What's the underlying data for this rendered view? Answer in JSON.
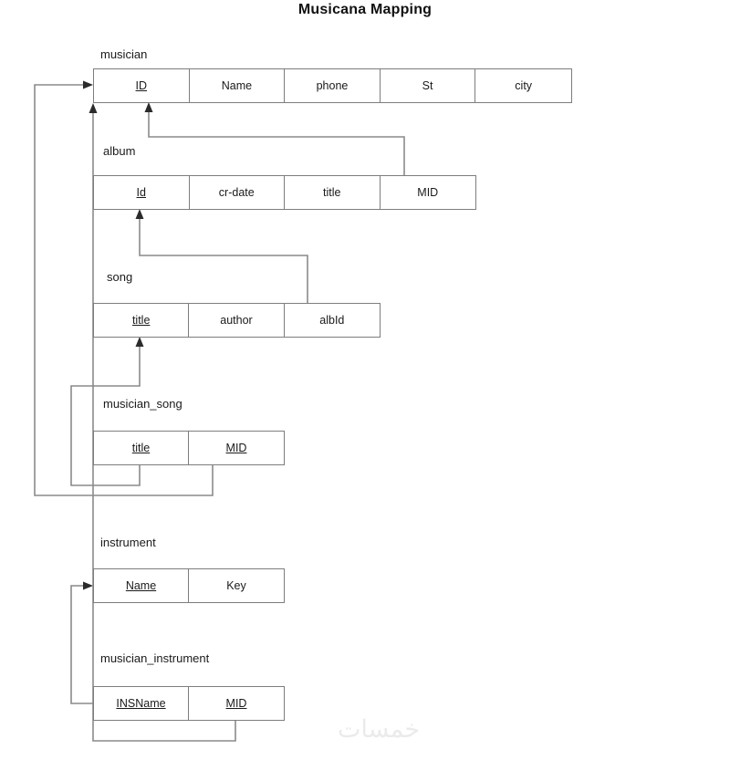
{
  "diagram": {
    "title": "Musicana Mapping",
    "watermark": "خمسات",
    "colors": {
      "line": "#8a8a8a",
      "border": "#7d7d7d",
      "text": "#1a1a1a",
      "background": "#ffffff",
      "watermark": "#eceaea"
    },
    "tables": [
      {
        "name": "musician",
        "columns": [
          {
            "label": "ID",
            "primary_key": true
          },
          {
            "label": "Name",
            "primary_key": false
          },
          {
            "label": "phone",
            "primary_key": false
          },
          {
            "label": "St",
            "primary_key": false
          },
          {
            "label": "city",
            "primary_key": false
          }
        ]
      },
      {
        "name": "album",
        "columns": [
          {
            "label": "Id",
            "primary_key": true
          },
          {
            "label": "cr-date",
            "primary_key": false
          },
          {
            "label": "title",
            "primary_key": false
          },
          {
            "label": "MID",
            "primary_key": false
          }
        ]
      },
      {
        "name": "song",
        "columns": [
          {
            "label": "title",
            "primary_key": true
          },
          {
            "label": "author",
            "primary_key": false
          },
          {
            "label": "albId",
            "primary_key": false
          }
        ]
      },
      {
        "name": "musician_song",
        "columns": [
          {
            "label": "title",
            "primary_key": true
          },
          {
            "label": "MID",
            "primary_key": true
          }
        ]
      },
      {
        "name": "instrument",
        "columns": [
          {
            "label": "Name",
            "primary_key": true
          },
          {
            "label": "Key",
            "primary_key": false
          }
        ]
      },
      {
        "name": "musician_instrument",
        "columns": [
          {
            "label": "INSName",
            "primary_key": true
          },
          {
            "label": "MID",
            "primary_key": true
          }
        ]
      }
    ],
    "relationships": [
      {
        "from": "album.MID",
        "to": "musician.ID"
      },
      {
        "from": "song.albId",
        "to": "album.Id"
      },
      {
        "from": "musician_song.title",
        "to": "song.title"
      },
      {
        "from": "musician_song.MID",
        "to": "musician.ID"
      },
      {
        "from": "musician_instrument.INSName",
        "to": "instrument.Name"
      },
      {
        "from": "musician_instrument.MID",
        "to": "musician.ID"
      }
    ]
  }
}
